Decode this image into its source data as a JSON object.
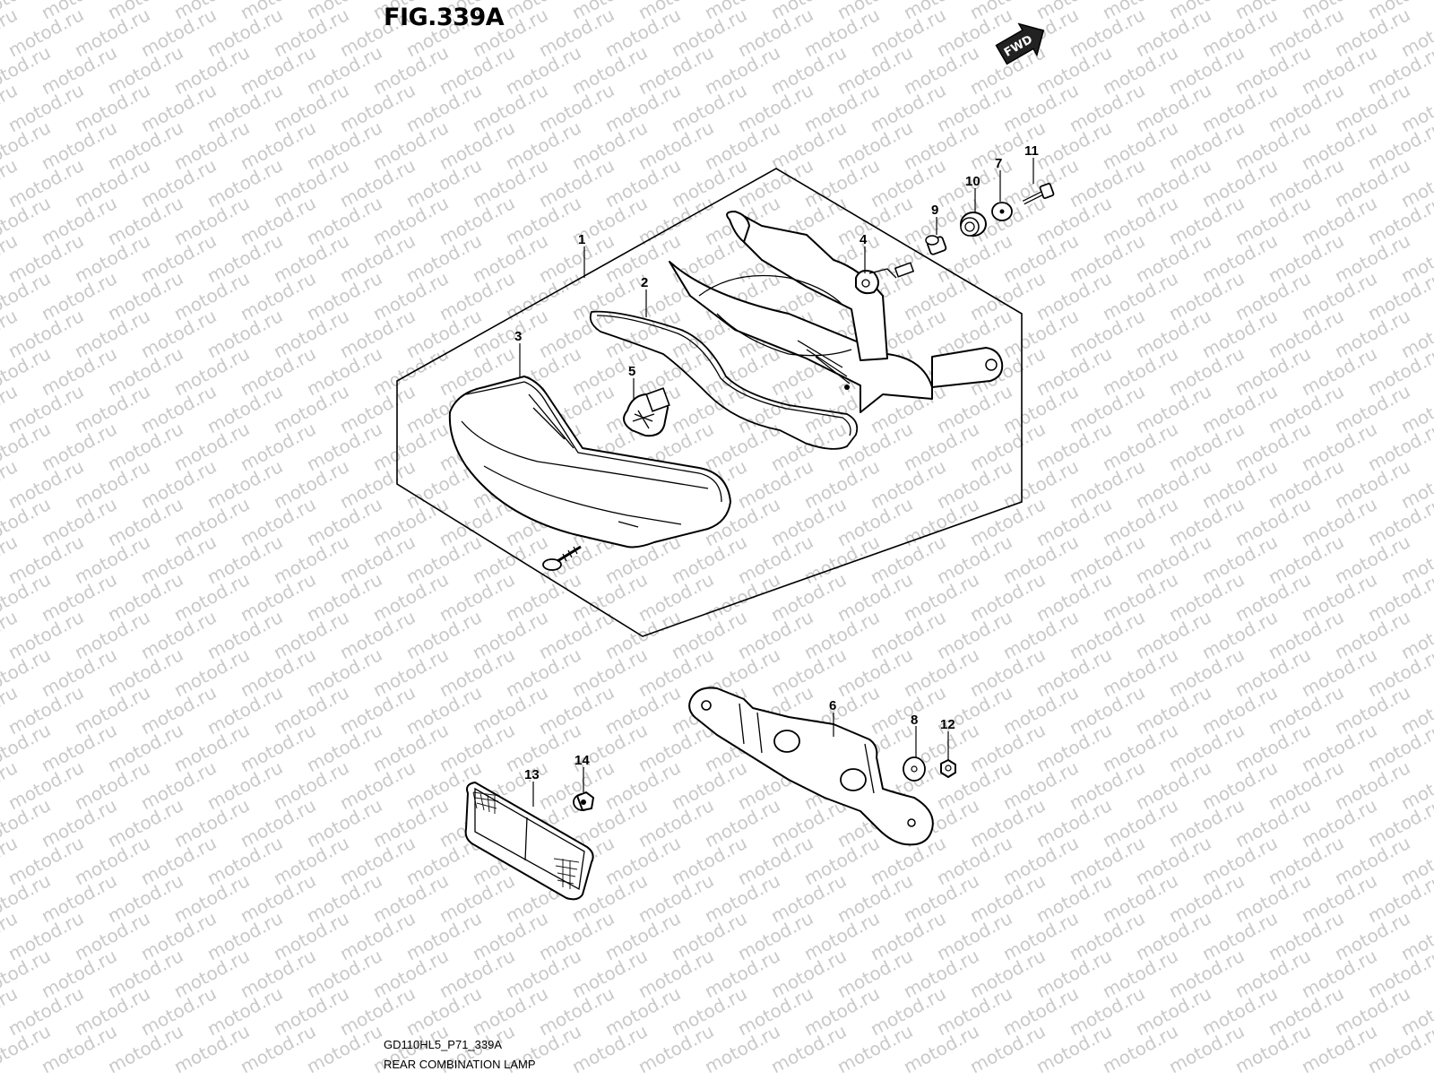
{
  "figure": {
    "title": "FIG.339A",
    "code": "GD110HL5_P71_339A",
    "name": "REAR COMBINATION LAMP"
  },
  "watermark": "motod.ru",
  "fwd_label": "FWD",
  "callouts": {
    "c1": "1",
    "c2": "2",
    "c3": "3",
    "c4": "4",
    "c5": "5",
    "c6": "6",
    "c7": "7",
    "c8": "8",
    "c9": "9",
    "c10": "10",
    "c11": "11",
    "c12": "12",
    "c13": "13",
    "c14": "14"
  }
}
